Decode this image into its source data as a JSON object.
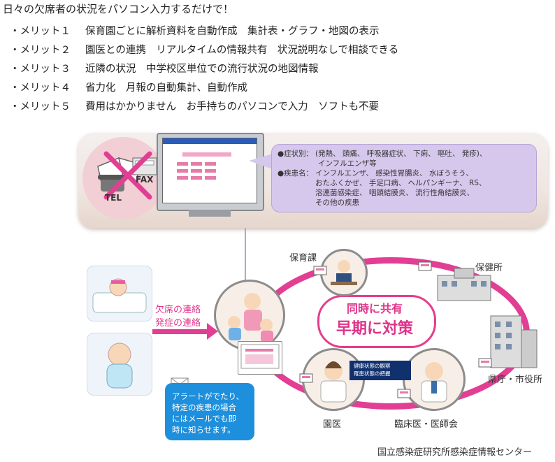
{
  "intro": "日々の欠席者の状況をパソコン入力するだけで！",
  "merits": [
    {
      "label": "・メリット１",
      "text": "保育園ごとに解析資料を自動作成　集計表・グラフ・地図の表示"
    },
    {
      "label": "・メリット２",
      "text": "園医との連携　リアルタイムの情報共有　状況説明なしで相談できる"
    },
    {
      "label": "・メリット３",
      "text": "近隣の状況　中学校区単位での流行状況の地図情報"
    },
    {
      "label": "・メリット４",
      "text": "省力化　月報の自動集計、自動作成"
    },
    {
      "label": "・メリット５",
      "text": "費用はかかりません　お手持ちのパソコンで入力　ソフトも不要"
    }
  ],
  "banned": {
    "tel": "TEL",
    "fax": "FAX"
  },
  "info": {
    "symptom_label": "●症状別：",
    "symptom_text_1": "(発熱、 頭痛、 呼吸器症状、 下痢、 嘔吐、 発疹)、",
    "symptom_text_2": "インフルエンザ等",
    "disease_label": "●疾患名：",
    "disease_text_1": "インフルエンザ、 感染性胃腸炎、 水ぼうそう、",
    "disease_text_2": "おたふくかぜ、 手足口病、 ヘルパンギーナ、 RS、",
    "disease_text_3": "溶連菌感染症、 咽頭結膜炎、 流行性角結膜炎、",
    "disease_text_4": "その他の疾患"
  },
  "flow": {
    "line1": "欠席の連絡",
    "line2": "発症の連絡"
  },
  "center": {
    "line1": "同時に共有",
    "line2": "早期に対策"
  },
  "nodes": {
    "hoikuka": "保育課",
    "hokensho": "保健所",
    "kencho": "県庁・市役所",
    "eni": "園医",
    "rinsho": "臨床医・医師会"
  },
  "badge": {
    "line1": "健康状態の観察",
    "line2": "罹患状態の把握"
  },
  "alert": {
    "l1": "アラートがでたり、",
    "l2": "特定の疾患の場合",
    "l3": "にはメールでも即",
    "l4": "時に知らせます。"
  },
  "credit": "国立感染症研究所感染症情報センター",
  "colors": {
    "accent": "#e23f94",
    "alert": "#1d8fdc",
    "info_bg": "#d6c7ec",
    "badge": "#11306e"
  }
}
